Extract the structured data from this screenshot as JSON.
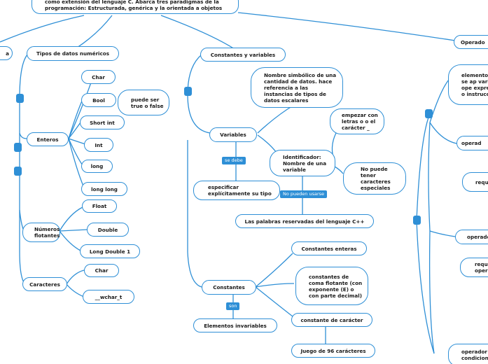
{
  "root": {
    "text": "como extensión del lenguaje C. Abarca tres paradigmas de la programación: Estructurada, genérica y la orientada a objetos"
  },
  "nodes": {
    "left_edge": "a",
    "tipos": "Tipos de datos numéricos",
    "enteros": "Enteros",
    "char1": "Char",
    "bool": "Bool",
    "bool_note": "puede ser true o false",
    "short_int": "Short int",
    "int": "Int",
    "long": "long",
    "long_long": "long long",
    "numeros_flotantes": "Números flotantes",
    "float": "Float",
    "double": "Double",
    "long_double": "Long Double 1",
    "caracteres": "Caracteres",
    "char2": "Char",
    "wchar": "__wchar_t",
    "constantes_variables": "Constantes y variables",
    "nombre_simbolico": "Nombre simbólico de una cantidad de datos. hace referencia a las instancias de tipos de datos escalares",
    "variables": "Variables",
    "empezar": "empezar con letras o o el carácter _",
    "identificador": "Identificador: Nombre de una variable",
    "no_puede": "No puede tener caracteres especiales",
    "especificar": "especificar explícitamente su tipo",
    "palabras_reservadas": "Las palabras reservadas del lenguaje C++",
    "constantes": "Constantes",
    "constantes_enteras": "Constantes enteras",
    "coma_flotante": "constantes de coma flotante (con exponente (E) o con parte decimal)",
    "constante_caracter": "constante de carácter",
    "elementos_invariables": "Elementos invariables",
    "juego": "Juego de 96 carácteres",
    "operadores": "Operado",
    "elementos_right": "elementos que se ap varios ope expresión o instrucc",
    "operad_1": "operad",
    "reque_1": "requ ope",
    "operad_2": "operado",
    "reque_2": "requ oper",
    "operad_3": "operador condicion"
  },
  "labels": {
    "se_debe": "se debe",
    "no_pueden_usarse": "No pueden usarse",
    "son": "son"
  },
  "colors": {
    "accent": "#2e8fd6",
    "text": "#1a1a1a",
    "background": "#ffffff"
  }
}
